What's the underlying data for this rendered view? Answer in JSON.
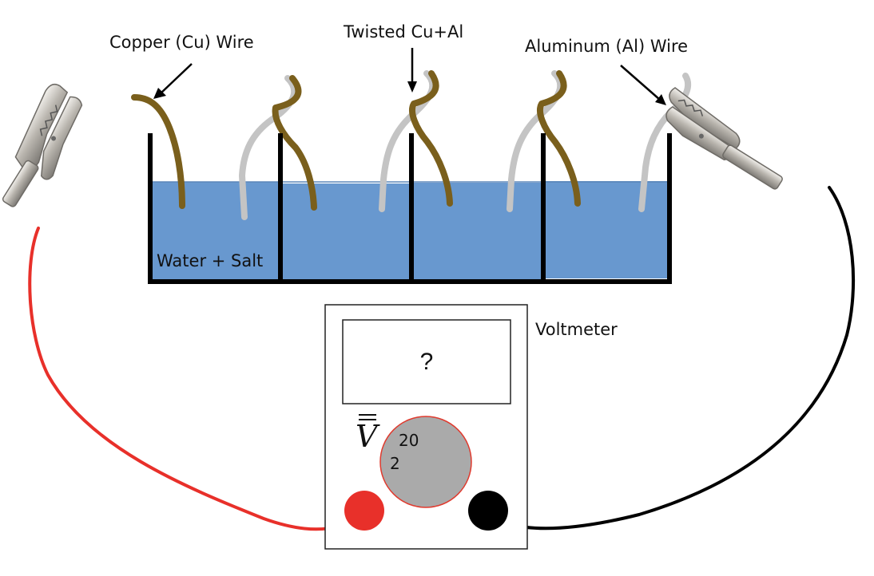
{
  "labels": {
    "copper_wire": "Copper (Cu) Wire",
    "twisted": "Twisted Cu+Al",
    "aluminum_wire": "Aluminum (Al) Wire",
    "solution": "Water + Salt",
    "voltmeter": "Voltmeter"
  },
  "voltmeter": {
    "display_reading": "?",
    "mode_symbol": "V",
    "range_options": [
      "20",
      "2"
    ]
  },
  "cells": {
    "count": 4
  },
  "colors": {
    "water": "#6898cf",
    "copper": "#7a5f1c",
    "aluminum": "#c4c4c4",
    "positive_lead": "#e8302a",
    "negative_lead": "#000000",
    "dial": "#aaaaaa",
    "dial_border": "#e03a2e"
  }
}
